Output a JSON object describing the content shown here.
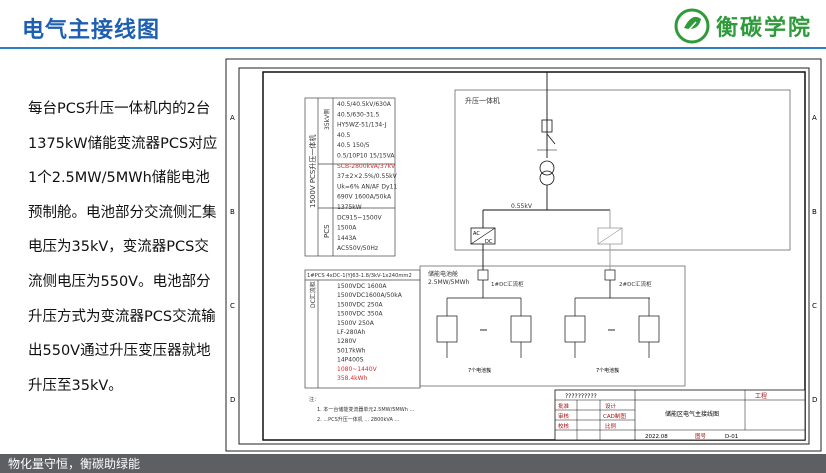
{
  "slide": {
    "title": "电气主接线图",
    "logo_text": "衡碳学院",
    "description": "每台PCS升压一体机内的2台1375kW储能变流器PCS对应1个2.5MW/5MWh储能电池预制舱。电池部分交流侧汇集电压为35kV，变流器PCS交流侧电压为550V。电池部分升压方式为变流器PCS交流输出550V通过升压变压器就地升压至35kV。",
    "footer": "物化量守恒，衡碳助绿能"
  },
  "drawing": {
    "border_letters": [
      "A",
      "B",
      "C",
      "D"
    ],
    "upper_group_label": "1500V PCS升压一体机",
    "upper_sub_35kv": "35kV侧",
    "upper_sub_pcs": "PCS",
    "upper_specs": [
      {
        "value": "40.5/40.5kV/630A"
      },
      {
        "value": "40.5/630-31.5"
      },
      {
        "value": "HY5WZ-51/134-J"
      },
      {
        "value": "40.5"
      },
      {
        "value": "40.5 150/5"
      },
      {
        "value": "0.5/10P10 15/15VA"
      },
      {
        "value": "SCB-2800kVA/37kV",
        "highlight": true
      },
      {
        "value": "37±2×2.5%/0.55kV"
      },
      {
        "value": "Uk=6% AN/AF Dy11"
      },
      {
        "value": "690V 1600A/50kA"
      },
      {
        "value": "1375kW"
      },
      {
        "value": "DC915~1500V"
      },
      {
        "value": "1500A"
      },
      {
        "value": "1443A"
      },
      {
        "value": "AC550V/50Hz"
      }
    ],
    "lower_header": "1#PCS 4xDC-1(YJ63-1.8/3kV-1x240mm2",
    "lower_sub_dc": "DC汇流柜",
    "lower_specs": [
      {
        "value": "1500VDC 1600A"
      },
      {
        "value": "1500VDC1600A/50kA"
      },
      {
        "value": "1500VDC 250A"
      },
      {
        "value": "1500VDC 350A"
      },
      {
        "value": "1500V 250A"
      },
      {
        "value": "LF-280Ah"
      },
      {
        "value": "1280V"
      },
      {
        "value": "5017kWh"
      },
      {
        "value": "14P400S"
      },
      {
        "value": "1080~1440V",
        "highlight": true
      },
      {
        "value": "358.4kWh",
        "highlight": true
      }
    ],
    "block_labels": {
      "integrated": "升压一体机",
      "voltage": "0.55kV",
      "battery_cabin": "储能电池舱",
      "capacity": "2.5MW/5MWh",
      "dc_combiner_1": "1#DC汇流柜",
      "dc_combiner_2": "2#DC汇流柜",
      "ac": "AC",
      "dc": "DC",
      "cluster": "7个电池簇"
    },
    "notes": [
      "注：",
      "1. 本一台储能变流器单元2.5MW/5MWh ...",
      "2. ...PCS升压一体机 ... 2800kVA ..."
    ],
    "title_block": {
      "company": "??????????",
      "project": "工程",
      "drawing_name": "储能区电气主接线图",
      "rows_left": [
        "批准",
        "审核",
        "校核"
      ],
      "rows_mid": [
        "设计",
        "CAD制图",
        "比例"
      ],
      "date": "2022.08",
      "drawing_no_label": "图号",
      "drawing_no": "D-01"
    }
  }
}
